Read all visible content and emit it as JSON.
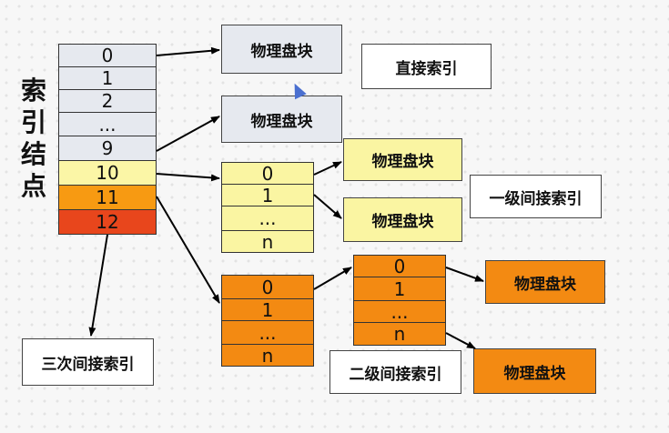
{
  "side_label": [
    "索",
    "引",
    "结",
    "点"
  ],
  "index_node": [
    "0",
    "1",
    "2",
    "...",
    "9",
    "10",
    "11",
    "12"
  ],
  "single_indirect_block": [
    "0",
    "1",
    "...",
    "n"
  ],
  "double_indirect_level1": [
    "0",
    "1",
    "...",
    "n"
  ],
  "double_indirect_level2": [
    "0",
    "1",
    "...",
    "n"
  ],
  "block_label": "物理盘块",
  "labels": {
    "direct": "直接索引",
    "single": "一级间接索引",
    "double": "二级间接索引",
    "triple": "三次间接索引"
  },
  "colors": {
    "direct_cells": "#e6e9ef",
    "single_indirect": "#fbf6a6",
    "double_indirect": "#f79a12",
    "triple_indirect": "#e8461c"
  }
}
